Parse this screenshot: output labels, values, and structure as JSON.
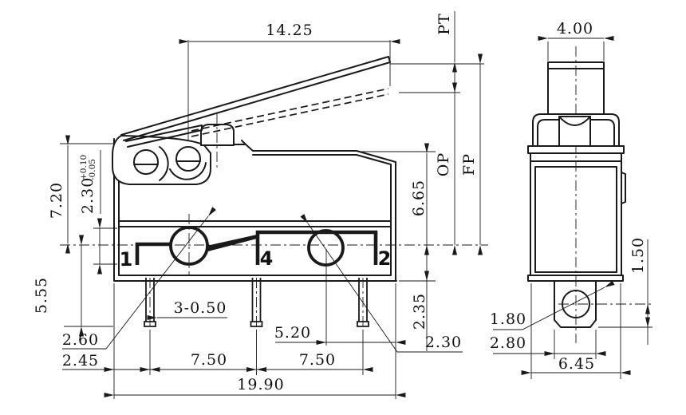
{
  "colors": {
    "line": "#1a1a1a",
    "background": "#ffffff"
  },
  "side_view": {
    "title": "lever micro switch side view",
    "dims": {
      "lever_length": "14.25",
      "height_overall": "7.20",
      "hinge_height": "2.30",
      "hinge_tol_plus": "+0.10",
      "hinge_tol_minus": "-0.05",
      "top_to_center": "6.65",
      "center_to_bottom": "2.35",
      "pin_length": "5.55",
      "contact_left_dia": "2.60",
      "edge_to_pin": "2.45",
      "pin_spec": "3-0.50",
      "pitch_left": "7.50",
      "pitch_right": "7.50",
      "overall_width": "19.90",
      "contact_right_offset": "5.20",
      "contact_right_dia": "2.30"
    },
    "labels": {
      "pt": "PT",
      "op": "OP",
      "fp": "FP"
    },
    "terminals": [
      "1",
      "4",
      "2"
    ]
  },
  "front_view": {
    "title": "micro switch front view",
    "dims": {
      "lever_width": "4.00",
      "hole_to_bottom": "1.50",
      "hole_dia": "1.80",
      "tab_width": "2.80",
      "overall_depth": "6.45"
    }
  }
}
